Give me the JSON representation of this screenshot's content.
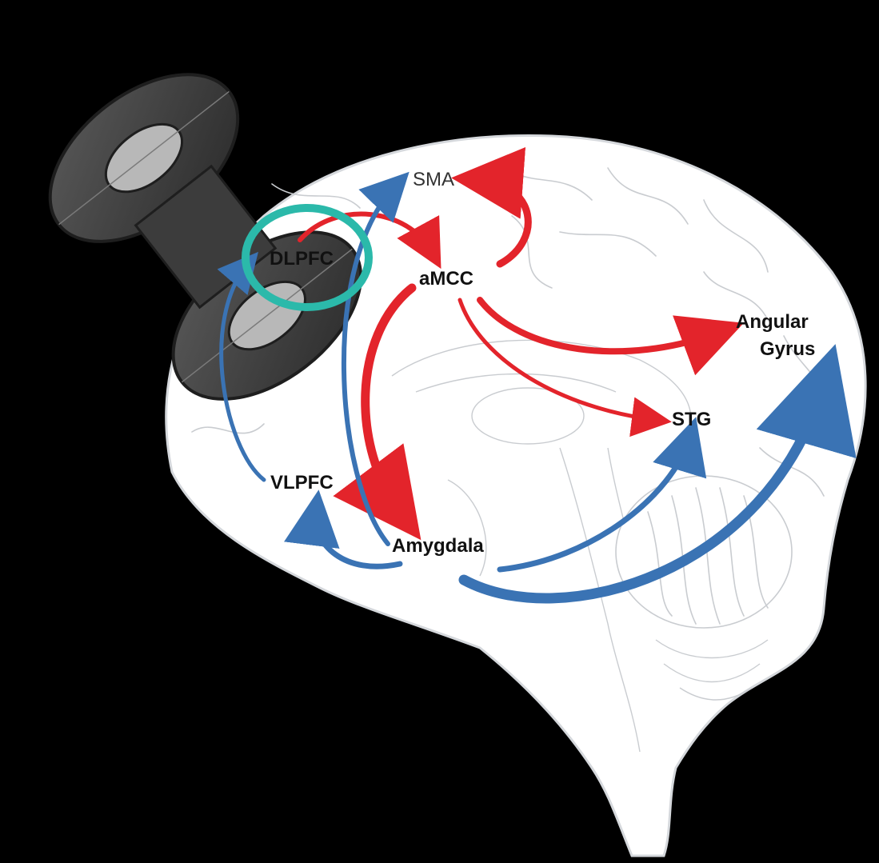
{
  "diagram": {
    "regions": {
      "sma": "SMA",
      "dlpfc": "DLPFC",
      "amcc": "aMCC",
      "angular_line1": "Angular",
      "angular_line2": "Gyrus",
      "stg": "STG",
      "vlpfc": "VLPFC",
      "amygdala": "Amygdala"
    },
    "colors": {
      "background": "#000000",
      "brain_fill": "#ffffff",
      "outline": "#c9ccd0",
      "red_pathway": "#e3242b",
      "blue_pathway": "#3a73b4",
      "highlight_circle": "#2bb9aa",
      "coil": "#3a3a3a"
    },
    "highlighted_region": "DLPFC",
    "device_icon": "tms-figure-eight-coil-icon"
  }
}
